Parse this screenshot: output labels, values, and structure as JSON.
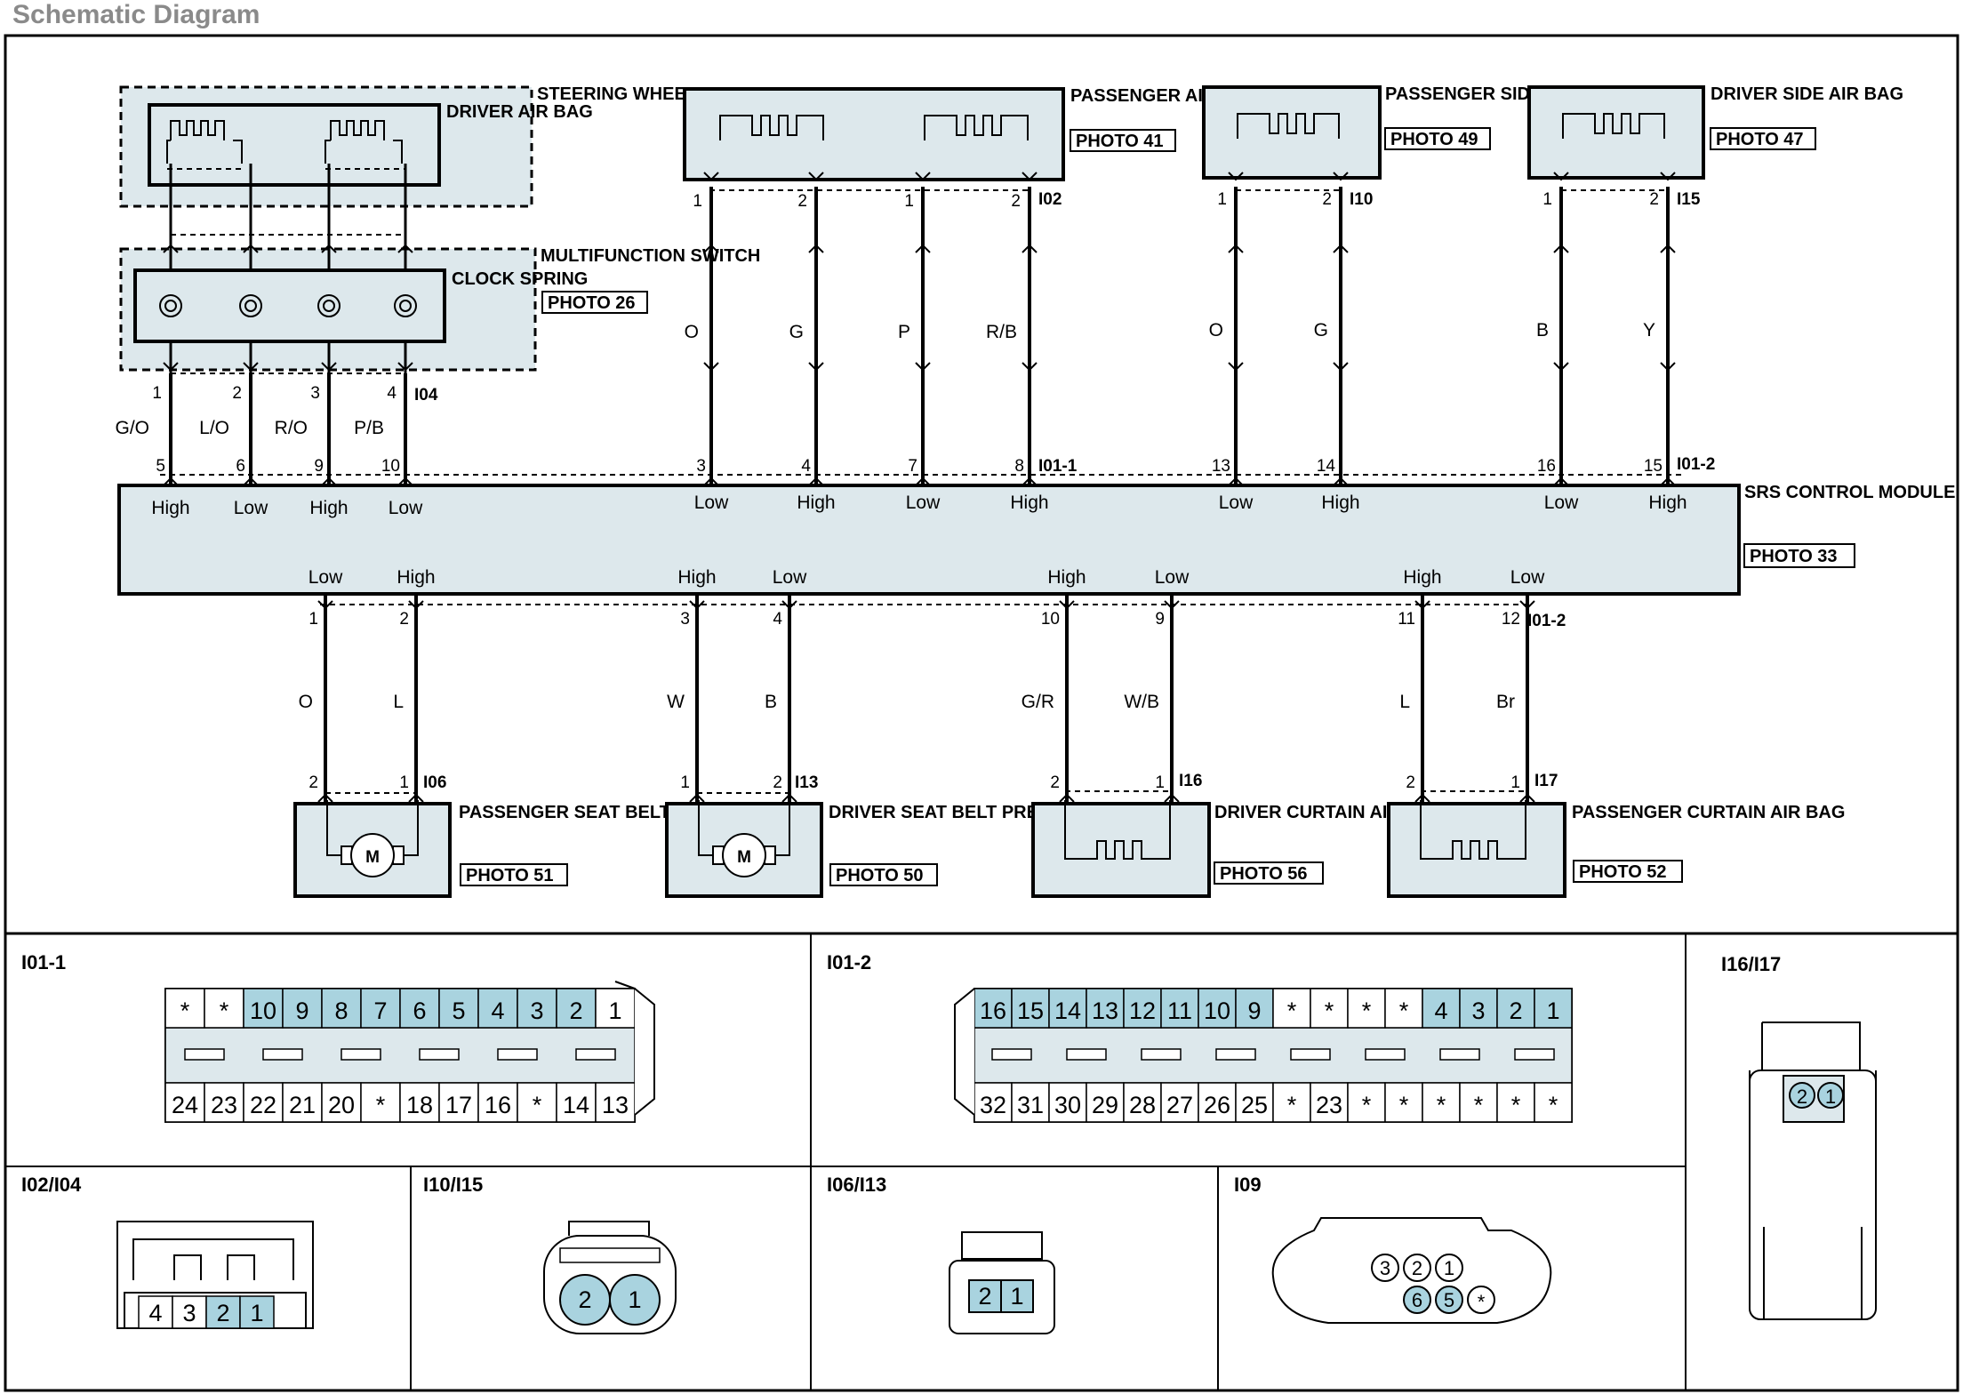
{
  "title": "Schematic Diagram",
  "components": {
    "steering_wheel": "STEERING WHEEL",
    "driver_air_bag": "DRIVER AIR BAG",
    "multifunction_switch": "MULTIFUNCTION SWITCH",
    "clock_spring": "CLOCK SPRING",
    "photo_26": "PHOTO 26",
    "passenger_air_bag": "PASSENGER AIR BAG",
    "photo_41": "PHOTO 41",
    "passenger_side_air_bag": "PASSENGER SIDE AIR BAG",
    "photo_49": "PHOTO 49",
    "driver_side_air_bag": "DRIVER SIDE AIR BAG",
    "photo_47": "PHOTO 47",
    "srs_control_module": "SRS CONTROL MODULE",
    "photo_33": "PHOTO 33",
    "passenger_seat_belt_pretensioner": "PASSENGER SEAT BELT PRETENSIONER",
    "photo_51": "PHOTO 51",
    "driver_seat_belt_pretensioner": "DRIVER SEAT BELT PRETENSIONER",
    "photo_50": "PHOTO 50",
    "driver_curtain_air_bag": "DRIVER CURTAIN AIR BAG",
    "photo_56": "PHOTO 56",
    "passenger_curtain_air_bag": "PASSENGER CURTAIN AIR BAG",
    "photo_52": "PHOTO 52",
    "motor_symbol": "M"
  },
  "connectors": {
    "i04": "I04",
    "i02": "I02",
    "i10": "I10",
    "i15": "I15",
    "i01_1": "I01-1",
    "i01_2": "I01-2",
    "i06": "I06",
    "i13": "I13",
    "i16": "I16",
    "i17": "I17"
  },
  "top_wires": [
    {
      "top_pin": "1",
      "color": "G/O",
      "module_pin": "5",
      "level": "High"
    },
    {
      "top_pin": "2",
      "color": "L/O",
      "module_pin": "6",
      "level": "Low"
    },
    {
      "top_pin": "3",
      "color": "R/O",
      "module_pin": "9",
      "level": "High"
    },
    {
      "top_pin": "4",
      "color": "P/B",
      "module_pin": "10",
      "level": "Low"
    },
    {
      "top_pin": "1",
      "color": "O",
      "module_pin": "3",
      "level": "Low"
    },
    {
      "top_pin": "2",
      "color": "G",
      "module_pin": "4",
      "level": "High"
    },
    {
      "top_pin": "1",
      "color": "P",
      "module_pin": "7",
      "level": "Low"
    },
    {
      "top_pin": "2",
      "color": "R/B",
      "module_pin": "8",
      "level": "High"
    },
    {
      "top_pin": "1",
      "color": "O",
      "module_pin": "13",
      "level": "Low"
    },
    {
      "top_pin": "2",
      "color": "G",
      "module_pin": "14",
      "level": "High"
    },
    {
      "top_pin": "1",
      "color": "B",
      "module_pin": "16",
      "level": "Low"
    },
    {
      "top_pin": "2",
      "color": "Y",
      "module_pin": "15",
      "level": "High"
    }
  ],
  "bottom_wires": [
    {
      "level": "Low",
      "module_pin": "1",
      "color": "O",
      "device_pin": "2"
    },
    {
      "level": "High",
      "module_pin": "2",
      "color": "L",
      "device_pin": "1"
    },
    {
      "level": "High",
      "module_pin": "3",
      "color": "W",
      "device_pin": "1"
    },
    {
      "level": "Low",
      "module_pin": "4",
      "color": "B",
      "device_pin": "2"
    },
    {
      "level": "High",
      "module_pin": "10",
      "color": "G/R",
      "device_pin": "2"
    },
    {
      "level": "Low",
      "module_pin": "9",
      "color": "W/B",
      "device_pin": "1"
    },
    {
      "level": "High",
      "module_pin": "11",
      "color": "L",
      "device_pin": "2"
    },
    {
      "level": "Low",
      "module_pin": "12",
      "color": "Br",
      "device_pin": "1"
    }
  ],
  "panels": {
    "i01_1": {
      "title": "I01-1",
      "top_row": [
        "*",
        "*",
        "10",
        "9",
        "8",
        "7",
        "6",
        "5",
        "4",
        "3",
        "2",
        "1"
      ],
      "top_used": [
        false,
        false,
        true,
        true,
        true,
        true,
        true,
        true,
        true,
        true,
        true,
        false
      ],
      "bottom_row": [
        "24",
        "23",
        "22",
        "21",
        "20",
        "*",
        "18",
        "17",
        "16",
        "*",
        "14",
        "13"
      ]
    },
    "i01_2": {
      "title": "I01-2",
      "top_row": [
        "16",
        "15",
        "14",
        "13",
        "12",
        "11",
        "10",
        "9",
        "*",
        "*",
        "*",
        "*",
        "4",
        "3",
        "2",
        "1"
      ],
      "top_used": [
        true,
        true,
        true,
        true,
        true,
        true,
        true,
        true,
        false,
        false,
        false,
        false,
        true,
        true,
        true,
        true
      ],
      "bottom_row": [
        "32",
        "31",
        "30",
        "29",
        "28",
        "27",
        "26",
        "25",
        "*",
        "23",
        "*",
        "*",
        "*",
        "*",
        "*",
        "*"
      ]
    },
    "i16_i17": {
      "title": "I16/I17",
      "pins": [
        "2",
        "1"
      ]
    },
    "i02_i04": {
      "title": "I02/I04",
      "pins": [
        "4",
        "3",
        "2",
        "1"
      ]
    },
    "i10_i15": {
      "title": "I10/I15",
      "pins": [
        "2",
        "1"
      ]
    },
    "i06_i13": {
      "title": "I06/I13",
      "pins": [
        "2",
        "1"
      ]
    },
    "i09": {
      "title": "I09",
      "top_pins": [
        "3",
        "2",
        "1"
      ],
      "bottom_pins": [
        "6",
        "5",
        "*"
      ]
    }
  },
  "colors": {
    "component_fill": "#dde8ec",
    "pin_highlight": "#a9d3df",
    "line": "#000000"
  }
}
